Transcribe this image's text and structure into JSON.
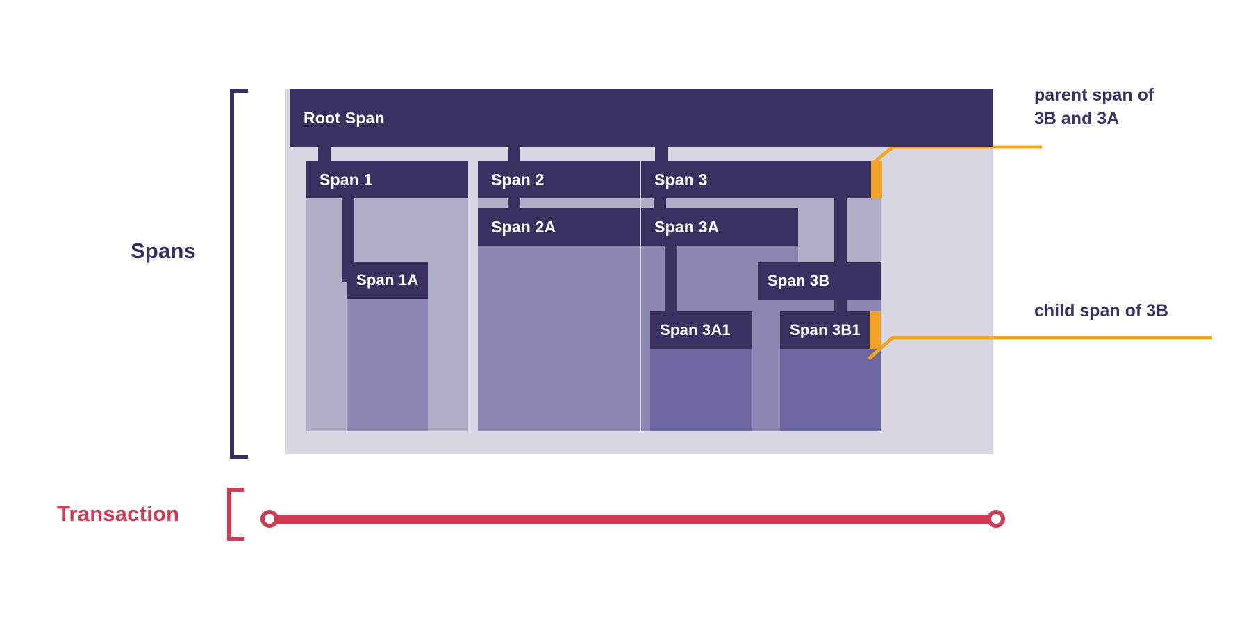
{
  "diagram": {
    "title_sections": {
      "spans_label": "Spans",
      "transaction_label": "Transaction"
    },
    "colors": {
      "span_bar": "#3b3160",
      "level1_fill": "#d8d6e3",
      "level2_fill": "#b0adc6",
      "level3_fill": "#8b87b2",
      "level4_fill": "#6d68a0",
      "highlight": "#f0a32a",
      "leader_line": "#eda722",
      "transaction": "#ce3b54",
      "text_dark": "#3b3160",
      "text_light": "#ffffff"
    },
    "spans": [
      {
        "id": "root",
        "label": "Root Span",
        "depth": 0
      },
      {
        "id": "s1",
        "label": "Span 1",
        "depth": 1,
        "parent": "root"
      },
      {
        "id": "s1a",
        "label": "Span 1A",
        "depth": 2,
        "parent": "s1"
      },
      {
        "id": "s2",
        "label": "Span 2",
        "depth": 1,
        "parent": "root"
      },
      {
        "id": "s2a",
        "label": "Span 2A",
        "depth": 2,
        "parent": "s2"
      },
      {
        "id": "s3",
        "label": "Span 3",
        "depth": 1,
        "parent": "root"
      },
      {
        "id": "s3a",
        "label": "Span 3A",
        "depth": 2,
        "parent": "s3"
      },
      {
        "id": "s3a1",
        "label": "Span 3A1",
        "depth": 3,
        "parent": "s3a"
      },
      {
        "id": "s3b",
        "label": "Span 3B",
        "depth": 2,
        "parent": "s3"
      },
      {
        "id": "s3b1",
        "label": "Span 3B1",
        "depth": 3,
        "parent": "s3b"
      }
    ],
    "annotations": [
      {
        "id": "parent-callout",
        "text": "parent span of\n3B and 3A",
        "target_span": "Span 3"
      },
      {
        "id": "child-callout",
        "text": "child span of 3B",
        "target_span": "Span 3B1"
      }
    ]
  }
}
